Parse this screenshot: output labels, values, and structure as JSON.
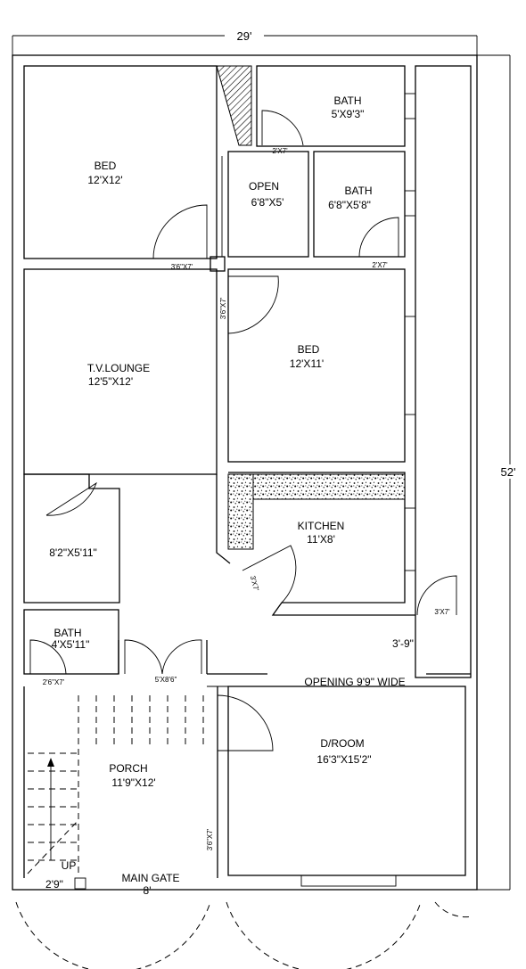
{
  "dimensions": {
    "width": "29'",
    "depth": "52'"
  },
  "rooms": [
    {
      "key": "bed1",
      "name": "BED",
      "size": "12'X12'"
    },
    {
      "key": "bath1",
      "name": "BATH",
      "size": "5'X9'3\""
    },
    {
      "key": "open",
      "name": "OPEN",
      "size": "6'8\"X5'"
    },
    {
      "key": "bath2",
      "name": "BATH",
      "size": "6'8\"X5'8\""
    },
    {
      "key": "lounge",
      "name": "T.V.LOUNGE",
      "size": "12'5\"X12'"
    },
    {
      "key": "bed2",
      "name": "BED",
      "size": "12'X11'"
    },
    {
      "key": "store",
      "size": "8'2\"X5'11\""
    },
    {
      "key": "kitchen",
      "name": "KITCHEN",
      "size": "11'X8'"
    },
    {
      "key": "bath3",
      "name": "BATH",
      "size": "4'X5'11\""
    },
    {
      "key": "porch",
      "name": "PORCH",
      "size": "11'9\"X12'"
    },
    {
      "key": "droom",
      "name": "D/ROOM",
      "size": "16'3\"X15'2\""
    }
  ],
  "door_labels": {
    "d_2x7_top": "2'X7'",
    "d_36x7_bed": "3'6\"X7'",
    "d_2x7_bath": "2'X7'",
    "d_36x7_lounge": "3'6\"X7'",
    "d_3x7_kitchen": "3'X7'",
    "d_3x7_right": "3'X7'",
    "d_26x7": "2'6\"X7'",
    "d_5x86": "5'X8'6\"",
    "d_36x7_porch": "3'6\"X7'"
  },
  "annotations": {
    "passage_width": "3'-9\"",
    "opening": "OPENING 9'9\" WIDE",
    "stair_up": "UP",
    "stair_width": "2'9\"",
    "gate_name": "MAIN GATE",
    "gate_width": "8'"
  }
}
